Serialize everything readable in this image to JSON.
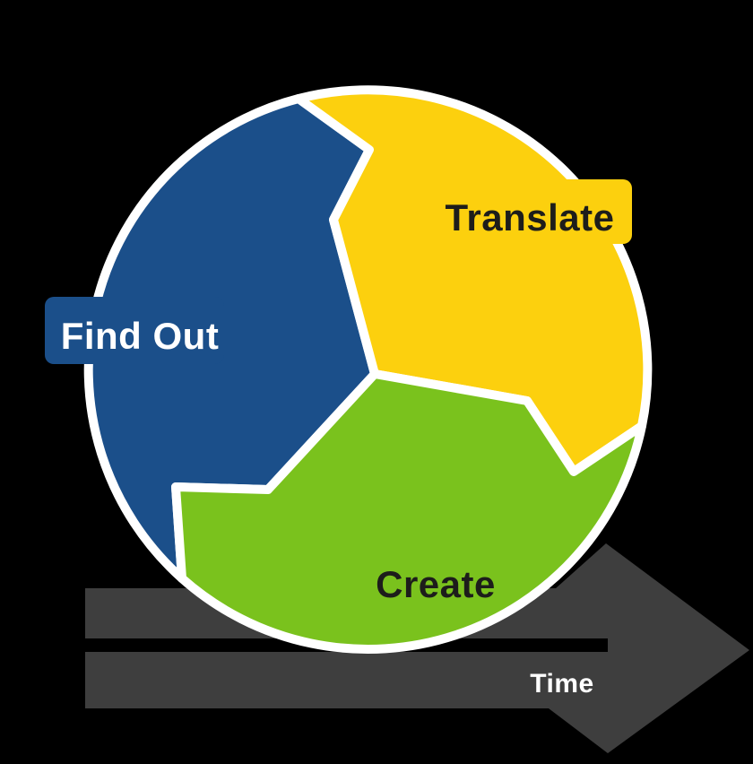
{
  "diagram": {
    "background_color": "#000000",
    "outline_color": "#FFFFFF",
    "cycle": {
      "segments": [
        {
          "id": "find-out",
          "label": "Find Out",
          "color": "#1B4F8A",
          "label_color": "#FFFFFF"
        },
        {
          "id": "translate",
          "label": "Translate",
          "color": "#FCD00E",
          "label_color": "#1D1D1B"
        },
        {
          "id": "create",
          "label": "Create",
          "color": "#7AC21D",
          "label_color": "#1D1D1B"
        }
      ]
    },
    "time_axis": {
      "label": "Time",
      "arrow_color": "#3E3E3E",
      "label_color": "#FFFFFF"
    }
  }
}
